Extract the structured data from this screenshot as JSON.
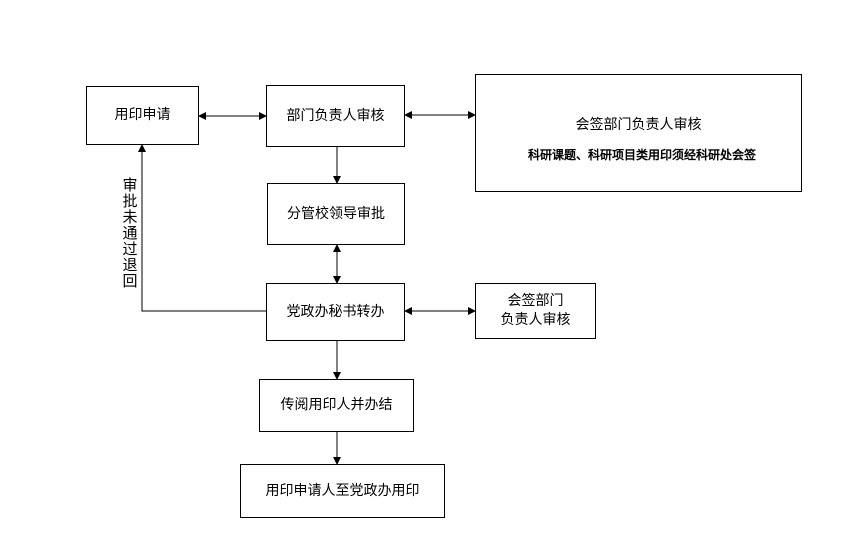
{
  "nodes": {
    "apply": "用印申请",
    "dept_head": "部门负责人审核",
    "cosign_top": "会签部门负责人审核",
    "leader": "分管校领导审批",
    "secretary": "党政办秘书转办",
    "cosign_mid_line1": "会签部门",
    "cosign_mid_line2": "负责人审核",
    "circulate": "传阅用印人并办结",
    "final": "用印申请人至党政办用印"
  },
  "return_label": [
    "审",
    "批",
    "未",
    "通",
    "过",
    "退",
    "回"
  ],
  "note": "科研课题、科研项目类用印须经科研处会签",
  "colors": {
    "line": "#000000",
    "star": "#ee1111"
  }
}
